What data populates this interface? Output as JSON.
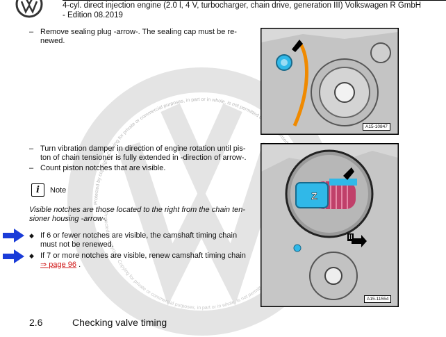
{
  "header": {
    "title_line1": "4-cyl. direct injection engine (2.0 l, 4 V, turbocharger, chain drive, generation III) Volkswagen R GmbH",
    "title_line2": "- Edition 08.2019"
  },
  "step1": {
    "dash": "–",
    "line1": "Remove sealing plug -arrow-. The sealing cap must be re-",
    "line2": "newed."
  },
  "step2": {
    "dash": "–",
    "line1": "Turn vibration damper in direction of engine rotation until pis-",
    "line2": "ton of chain tensioner is fully extended in -direction of arrow-."
  },
  "step3": {
    "dash": "–",
    "text": "Count piston notches that are visible."
  },
  "note": {
    "icon": "i",
    "label": "Note",
    "line1": "Visible notches are those located to the right from the chain ten-",
    "line2": "sioner housing -arrow-."
  },
  "bullets": [
    {
      "sym": "◆",
      "line1": "If 6 or fewer notches are visible, the camshaft timing chain",
      "line2": "must not be renewed."
    },
    {
      "sym": "◆",
      "line1": "If 7 or more notches are visible, renew camshaft timing chain",
      "link": "⇒ page 96",
      "after": "."
    }
  ],
  "figures": {
    "fig1_label": "A15-10847",
    "fig2_label": "A15-11554",
    "fig2_marker": "II"
  },
  "section": {
    "number": "2.6",
    "title": "Checking valve timing"
  },
  "watermark": {
    "top_text": "Protected by copyright. Copying for private or commercial purposes, in part or in whole, is not permitted unless authorised by Volkswagen AG. Volkswagen AG does not guarantee or accept any liability",
    "bottom_text": "Protected by copyright. Copying for private or commercial purposes, in part or in whole, is not permitted unless authorised by Volkswagen AG."
  },
  "colors": {
    "arrow_blue": "#1a3cd8",
    "accent_orange": "#f08a00",
    "accent_cyan": "#30b8e8",
    "link_red": "#d01818"
  }
}
